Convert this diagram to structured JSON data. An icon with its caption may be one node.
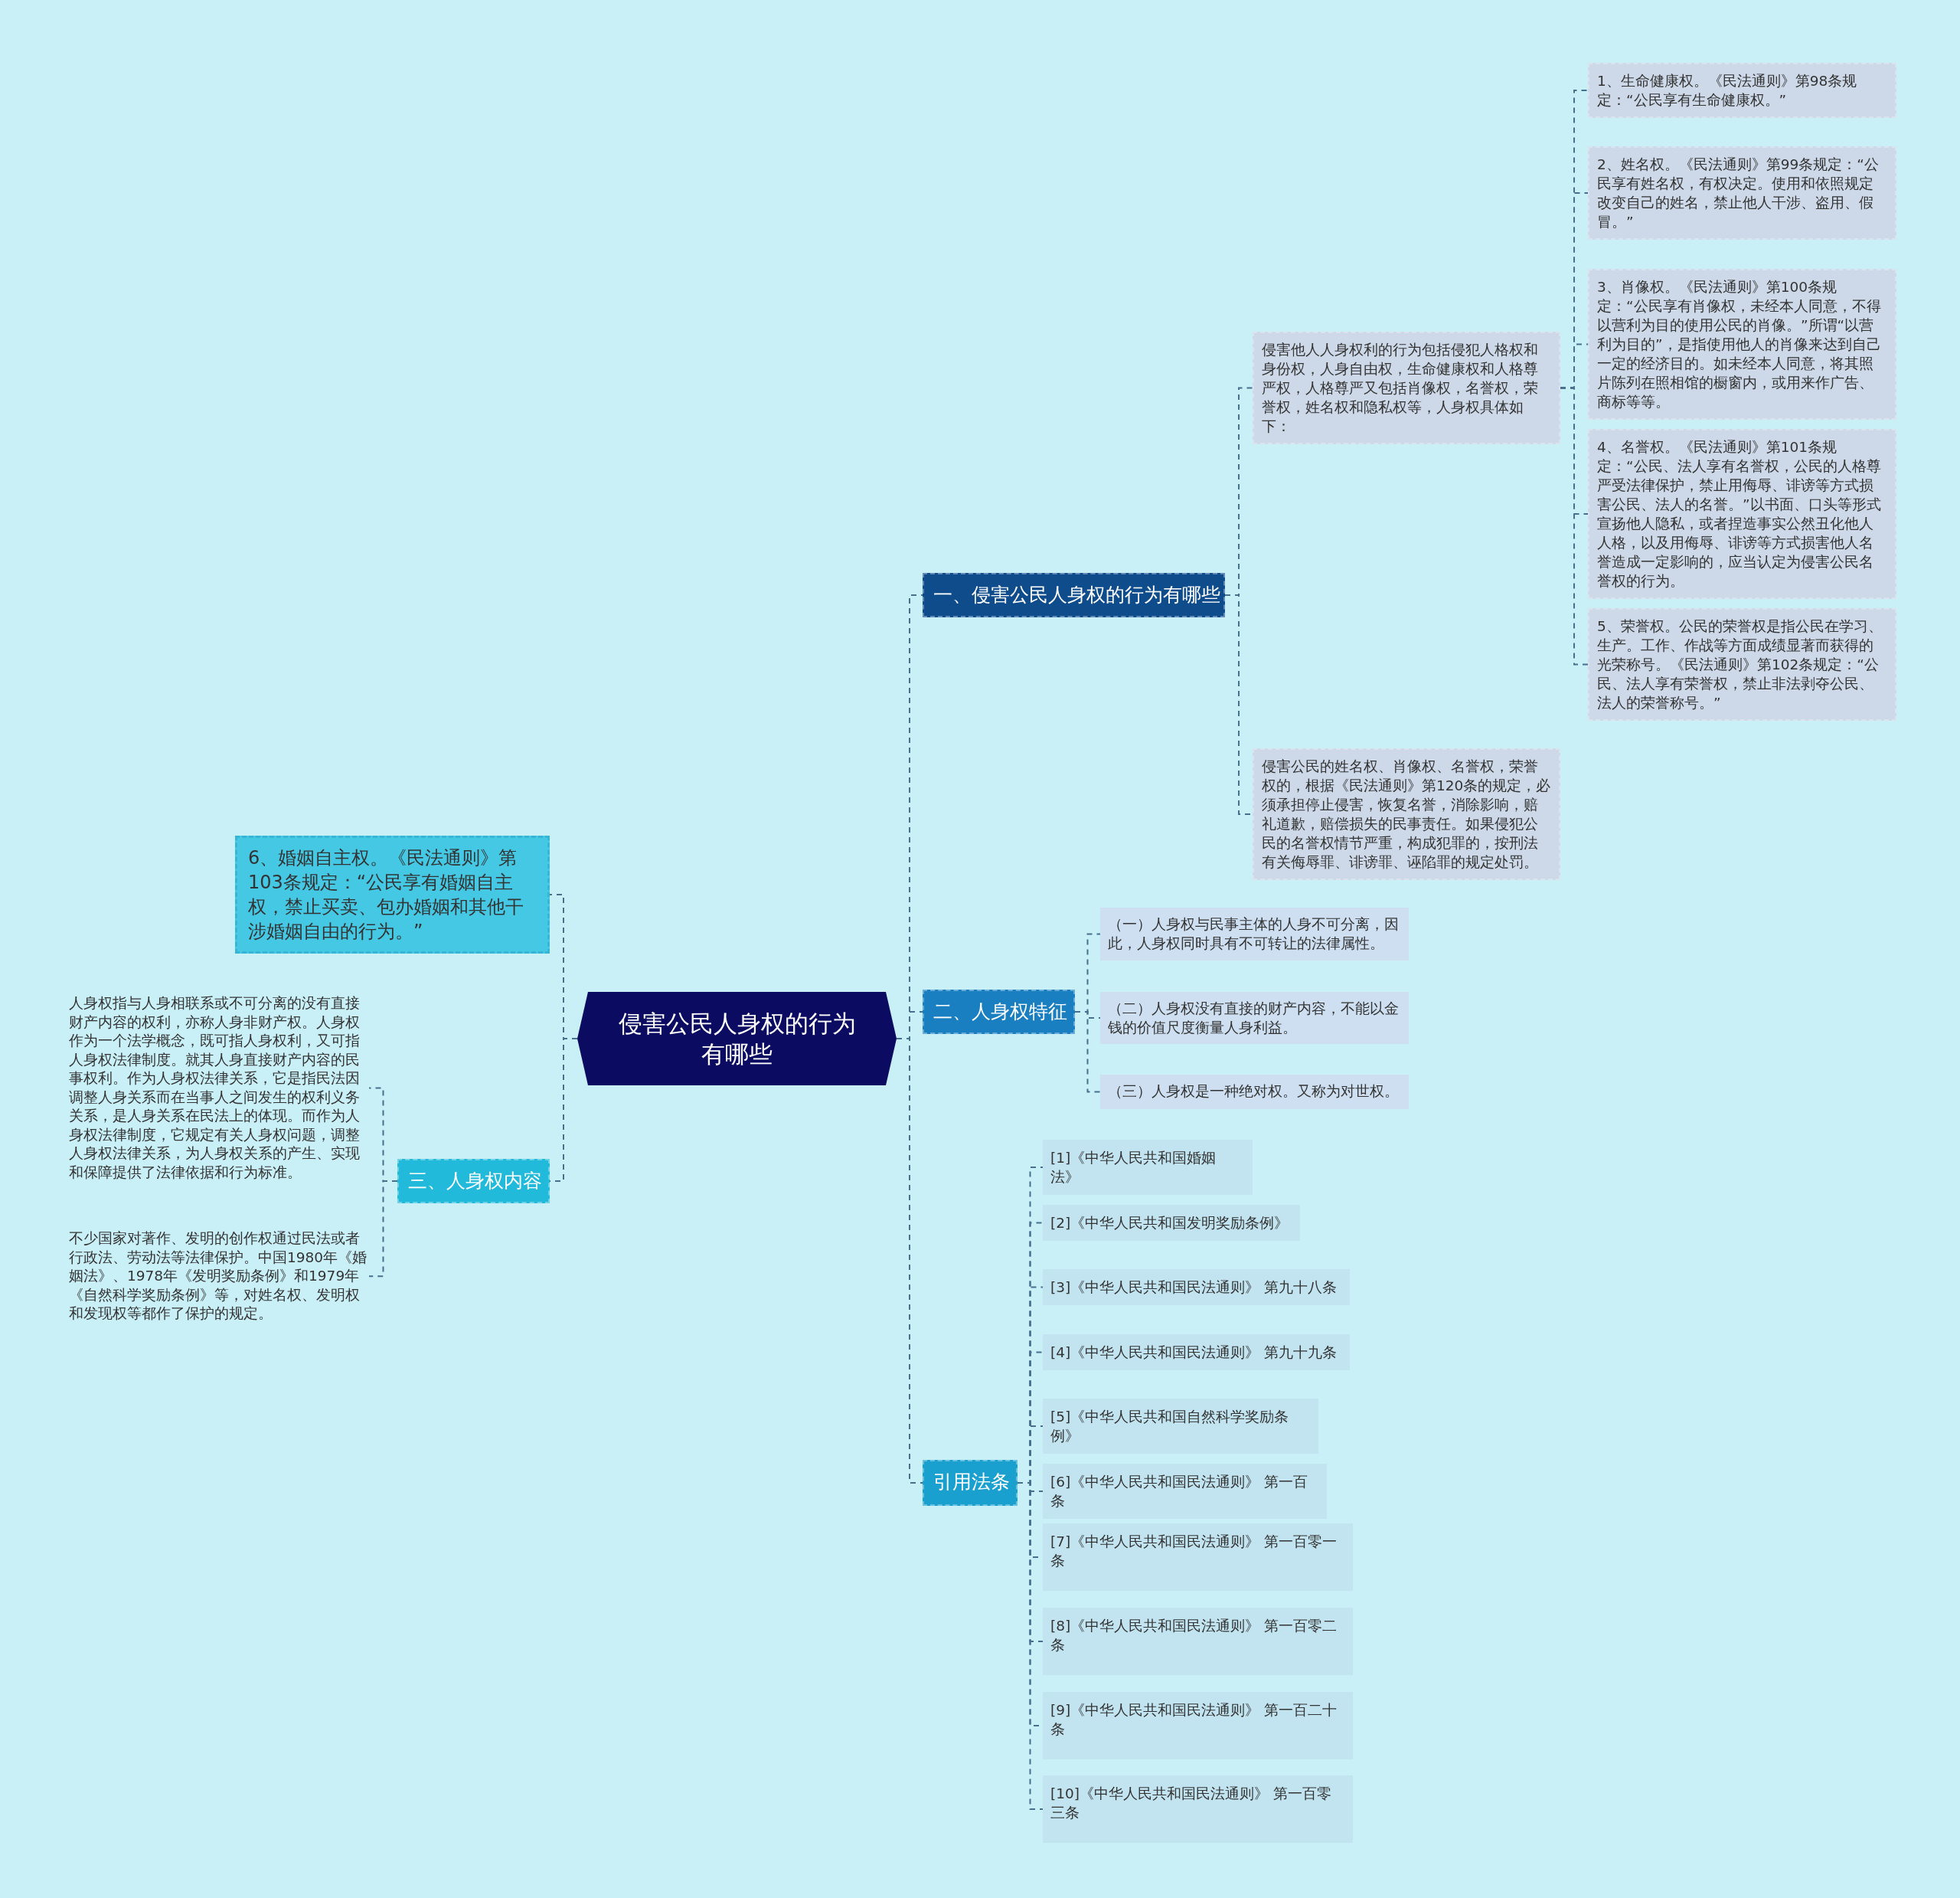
{
  "diagram": {
    "nodes": [
      {
        "text": [
          "侵害公民人身权的行为有哪些"
        ]
      },
      {
        "text": [
          "一、侵害公民人身权的行为有哪些"
        ]
      },
      {
        "text": [
          "侵害他人人身权利的行为包括侵犯人格权和身份权，人身自由权，生命健康权和人格尊严权，人格尊严又包括肖像权，名誉权，荣誉权，姓名权和隐私权等，人身权具体如下："
        ]
      },
      {
        "text": [
          "1、生命健康权。《民法通则》第98条规定：“公民享有生命健康权。”"
        ]
      },
      {
        "text": [
          "2、姓名权。《民法通则》第99条规定：“公民享有姓名权，有权决定。使用和依照规定改变自己的姓名，禁止他人干涉、盗用、假冒。”"
        ]
      },
      {
        "text": [
          "3、肖像权。《民法通则》第100条规定：“公民享有肖像权，未经本人同意，不得以营利为目的使用公民的肖像。”所谓“以营利为目的”，是指使用他人的肖像来达到自己一定的经济目的。如未经本人同意，将其照片陈列在照相馆的橱窗内，或用来作广告、商标等等。"
        ]
      },
      {
        "text": [
          "4、名誉权。《民法通则》第101条规定：“公民、法人享有名誉权，公民的人格尊严受法律保护，禁止用侮辱、诽谤等方式损害公民、法人的名誉。”以书面、口头等形式宣扬他人隐私，或者捏造事实公然丑化他人人格，以及用侮辱、诽谤等方式损害他人名誉造成一定影响的，应当认定为侵害公民名誉权的行为。"
        ]
      },
      {
        "text": [
          "5、荣誉权。公民的荣誉权是指公民在学习、生产。工作、作战等方面成绩显著而获得的光荣称号。《民法通则》第102条规定：“公民、法人享有荣誉权，禁止非法剥夺公民、法人的荣誉称号。”"
        ]
      },
      {
        "text": [
          "侵害公民的姓名权、肖像权、名誉权，荣誉权的，根据《民法通则》第120条的规定，必须承担停止侵害，恢复名誉，消除影响，赔礼道歉，赔偿损失的民事责任。如果侵犯公民的名誉权情节严重，构成犯罪的，按刑法有关侮辱罪、诽谤罪、诬陷罪的规定处罚。"
        ]
      },
      {
        "text": [
          "二、人身权特征"
        ]
      },
      {
        "text": [
          "（一）人身权与民事主体的人身不可分离，因此，人身权同时具有不可转让的法律属性。"
        ]
      },
      {
        "text": [
          "（二）人身权没有直接的财产内容，不能以金钱的价值尺度衡量人身利益。"
        ]
      },
      {
        "text": [
          "（三）人身权是一种绝对权。又称为对世权。"
        ]
      },
      {
        "text": [
          "引用法条"
        ]
      },
      {
        "text": [
          "[1]《中华人民共和国婚姻法》"
        ]
      },
      {
        "text": [
          "[2]《中华人民共和国发明奖励条例》"
        ]
      },
      {
        "text": [
          "[3]《中华人民共和国民法通则》 第九十八条"
        ]
      },
      {
        "text": [
          "[4]《中华人民共和国民法通则》 第九十九条"
        ]
      },
      {
        "text": [
          "[5]《中华人民共和国自然科学奖励条例》"
        ]
      },
      {
        "text": [
          "[6]《中华人民共和国民法通则》 第一百条"
        ]
      },
      {
        "text": [
          "[7]《中华人民共和国民法通则》 第一百零一条"
        ]
      },
      {
        "text": [
          "[8]《中华人民共和国民法通则》 第一百零二条"
        ]
      },
      {
        "text": [
          "[9]《中华人民共和国民法通则》 第一百二十条"
        ]
      },
      {
        "text": [
          "[10]《中华人民共和国民法通则》 第一百零三条"
        ]
      },
      {
        "text": [
          "6、婚姻自主权。《民法通则》第103条规定：“公民享有婚姻自主权，禁止买卖、包办婚姻和其他干涉婚姻自由的行为。”"
        ]
      },
      {
        "text": [
          "三、人身权内容"
        ]
      },
      {
        "text": [
          "人身权指与人身相联系或不可分离的没有直接财产内容的权利，亦称人身非财产权。人身权作为一个法学概念，既可指人身权利，又可指人身权法律制度。就其人身直接财产内容的民事权利。作为人身权法律关系，它是指民法因调整人身关系而在当事人之间发生的权利义务关系，是人身关系在民法上的体现。而作为人身权法律制度，它规定有关人身权问题，调整人身权法律关系，为人身权关系的产生、实现和保障提供了法律依据和行为标准。"
        ]
      },
      {
        "text": [
          "不少国家对著作、发明的创作权通过民法或者行政法、劳动法等法律保护。中国1980年《婚姻法》、1978年《发明奖励条例》和1979年《自然科学奖励条例》等，对姓名权、发明权和发现权等都作了保护的规定。"
        ]
      }
    ],
    "edges": [
      {
        "from": 0,
        "to": 1,
        "arrow": "none"
      },
      {
        "from": 1,
        "to": 2,
        "arrow": "none"
      },
      {
        "from": 2,
        "to": 3,
        "arrow": "none"
      },
      {
        "from": 2,
        "to": 4,
        "arrow": "none"
      },
      {
        "from": 2,
        "to": 5,
        "arrow": "none"
      },
      {
        "from": 2,
        "to": 6,
        "arrow": "none"
      },
      {
        "from": 2,
        "to": 7,
        "arrow": "none"
      },
      {
        "from": 1,
        "to": 8,
        "arrow": "none"
      },
      {
        "from": 0,
        "to": 9,
        "arrow": "none"
      },
      {
        "from": 9,
        "to": 10,
        "arrow": "none"
      },
      {
        "from": 9,
        "to": 11,
        "arrow": "none"
      },
      {
        "from": 9,
        "to": 12,
        "arrow": "none"
      },
      {
        "from": 0,
        "to": 13,
        "arrow": "none"
      },
      {
        "from": 13,
        "to": 14,
        "arrow": "none"
      },
      {
        "from": 13,
        "to": 15,
        "arrow": "none"
      },
      {
        "from": 13,
        "to": 16,
        "arrow": "none"
      },
      {
        "from": 13,
        "to": 17,
        "arrow": "none"
      },
      {
        "from": 13,
        "to": 18,
        "arrow": "none"
      },
      {
        "from": 13,
        "to": 19,
        "arrow": "none"
      },
      {
        "from": 13,
        "to": 20,
        "arrow": "none"
      },
      {
        "from": 13,
        "to": 21,
        "arrow": "none"
      },
      {
        "from": 13,
        "to": 22,
        "arrow": "none"
      },
      {
        "from": 13,
        "to": 23,
        "arrow": "none"
      },
      {
        "from": 0,
        "to": 24,
        "arrow": "none"
      },
      {
        "from": 0,
        "to": 25,
        "arrow": "none"
      },
      {
        "from": 25,
        "to": 26,
        "arrow": "none"
      },
      {
        "from": 25,
        "to": 27,
        "arrow": "none"
      }
    ]
  }
}
